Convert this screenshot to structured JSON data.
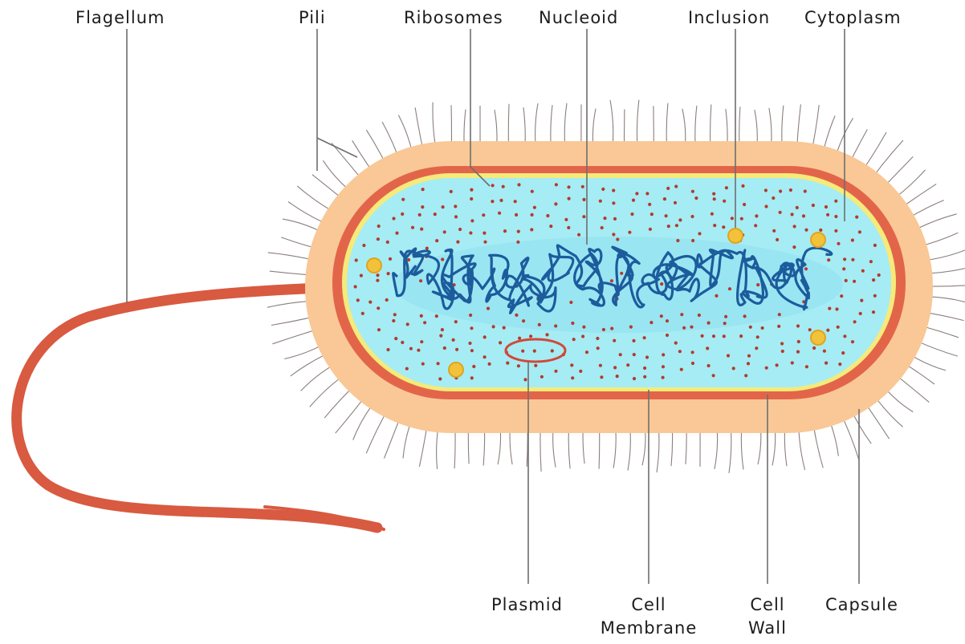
{
  "labels": {
    "flagellum": "Flagellum",
    "pili": "Pili",
    "ribosomes": "Ribosomes",
    "nucleoid": "Nucleoid",
    "inclusion": "Inclusion",
    "cytoplasm": "Cytoplasm",
    "plasmid": "Plasmid",
    "cell_membrane_line1": "Cell",
    "cell_membrane_line2": "Membrane",
    "cell_wall_line1": "Cell",
    "cell_wall_line2": "Wall",
    "capsule": "Capsule"
  },
  "colors": {
    "capsule": "#f9c896",
    "cell_wall": "#e2654a",
    "cell_membrane": "#f5ea7a",
    "cytoplasm": "#a6ecf4",
    "cytoplasm_inner": "#7fd8ec",
    "nucleoid": "#1c5c9c",
    "ribosome": "#b33a2e",
    "inclusion": "#f2c23a",
    "plasmid": "#d24838",
    "flagellum": "#d85a40",
    "pili": "#8a7f7c",
    "leader_line": "#6e6e6e"
  }
}
